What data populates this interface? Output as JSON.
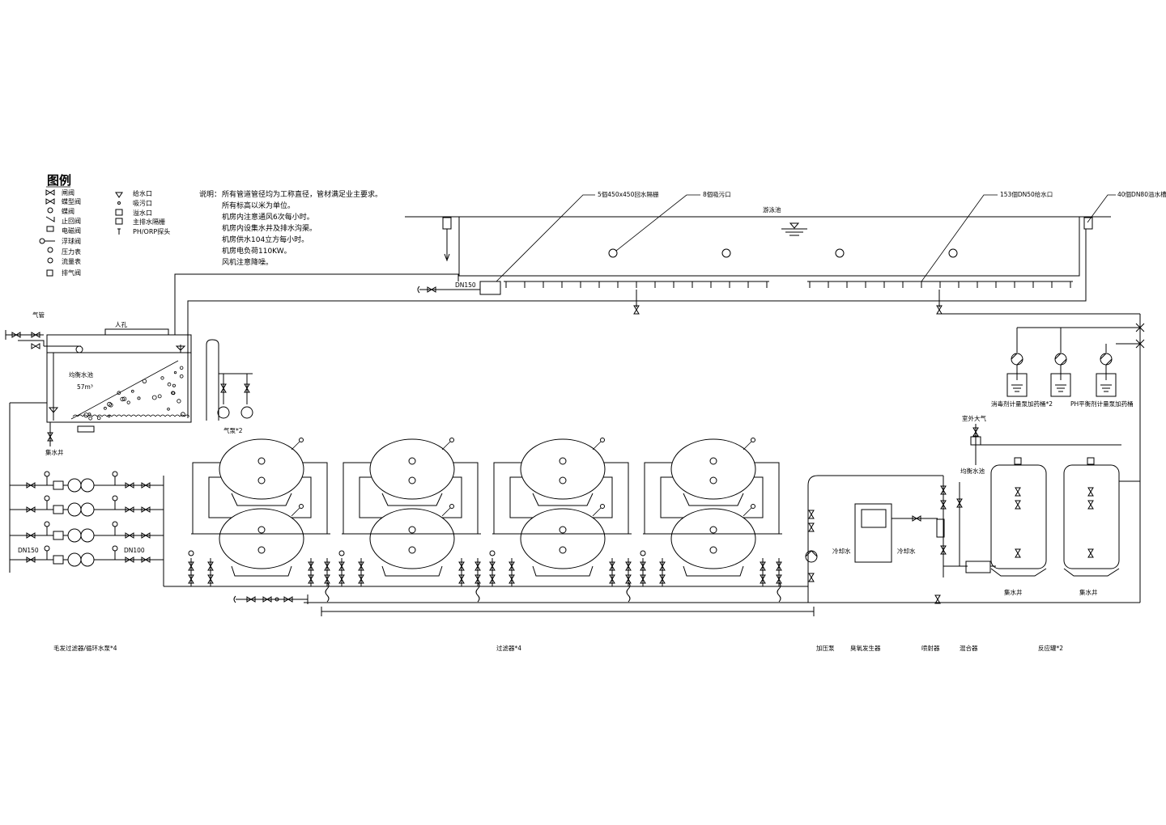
{
  "legend": {
    "title": "图例",
    "col1": [
      "闸阀",
      "蝶型阀",
      "蝶阀",
      "止回阀",
      "电磁阀",
      "浮球阀",
      "压力表",
      "流量表",
      "排气阀"
    ],
    "col2": [
      "给水口",
      "吸污口",
      "溢水口",
      "主排水隔栅",
      "PH/ORP探头"
    ]
  },
  "notes": {
    "heading": "说明：",
    "lines": [
      "所有管道管径均为工称直径，管材满足业主要求。",
      "所有标高以米为单位。",
      "机房内注意通风6次每小时。",
      "机房内设集水井及排水沟渠。",
      "机房供水104立方每小时。",
      "机房电负荷110KW。",
      "风机注意降噪。"
    ]
  },
  "pool": {
    "callouts": [
      "5個450x450回水隔栅",
      "8個吸污口",
      "153個DN50给水口",
      "40個DN80溢水槽"
    ],
    "name": "游泳池",
    "pipe_dn": "DN150"
  },
  "tank": {
    "air_pipe": "气管",
    "manhole": "人孔",
    "name": "均衡水池",
    "volume": "57m³",
    "sump": "集水井",
    "pump_label": "气泵*2"
  },
  "pump_rows": {
    "dn_left": "DN150",
    "dn_right": "DN100"
  },
  "right_units": {
    "dosing_left": "消毒剂计量泵加药桶*2",
    "dosing_right": "PH平衡剂计量泵加药桶",
    "outdoor_air": "室外大气",
    "balance_tank": "均衡水池",
    "cold_water_1": "冷却水",
    "cold_water_2": "冷却水",
    "sump_1": "集水井",
    "sump_2": "集水井"
  },
  "captions": {
    "pumps": "毛发过滤器/循环水泵*4",
    "filters": "过滤器*4",
    "booster": "加压泵",
    "ozone": "臭氧发生器",
    "injector": "喷射器",
    "mixer": "混合器",
    "reactor": "反应罐*2"
  }
}
